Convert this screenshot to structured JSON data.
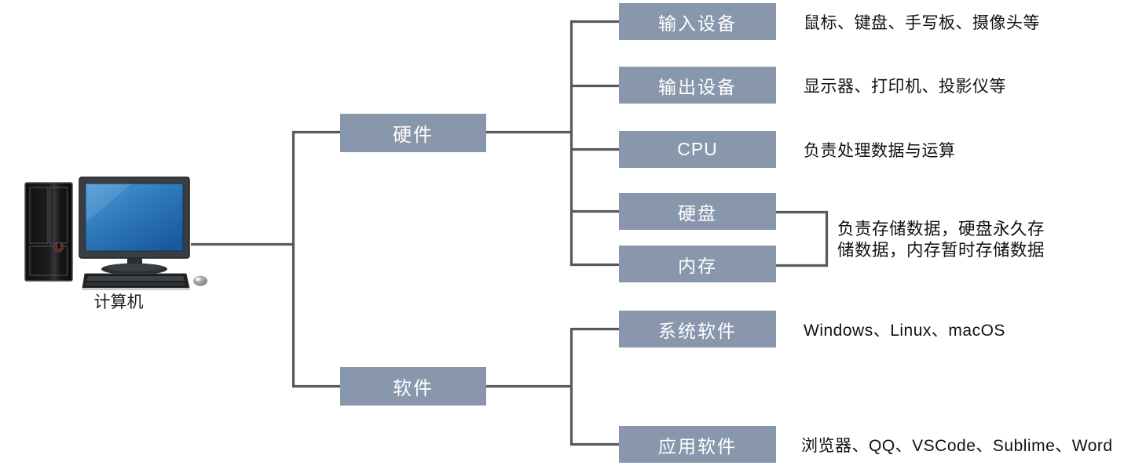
{
  "diagram": {
    "root": {
      "label": "计算机"
    },
    "level1": {
      "hardware": {
        "label": "硬件"
      },
      "software": {
        "label": "软件"
      }
    },
    "hardware_children": [
      {
        "label": "输入设备",
        "annotation": "鼠标、键盘、手写板、摄像头等"
      },
      {
        "label": "输出设备",
        "annotation": "显示器、打印机、投影仪等"
      },
      {
        "label": "CPU",
        "annotation": "负责处理数据与运算"
      },
      {
        "label": "硬盘"
      },
      {
        "label": "内存"
      }
    ],
    "storage_annotation": {
      "line1": "负责存储数据，硬盘永久存",
      "line2": "储数据，内存暂时存储数据"
    },
    "software_children": [
      {
        "label": "系统软件",
        "annotation": "Windows、Linux、macOS"
      },
      {
        "label": "应用软件",
        "annotation": "浏览器、QQ、VSCode、Sublime、Word"
      }
    ],
    "colors": {
      "node_fill": "#8997AC",
      "node_text": "#FFFFFF",
      "connector": "#595959",
      "annotation_text": "#111111",
      "screen_blue_top": "#4F9BD8",
      "screen_blue_bottom": "#1A5A9C"
    }
  }
}
